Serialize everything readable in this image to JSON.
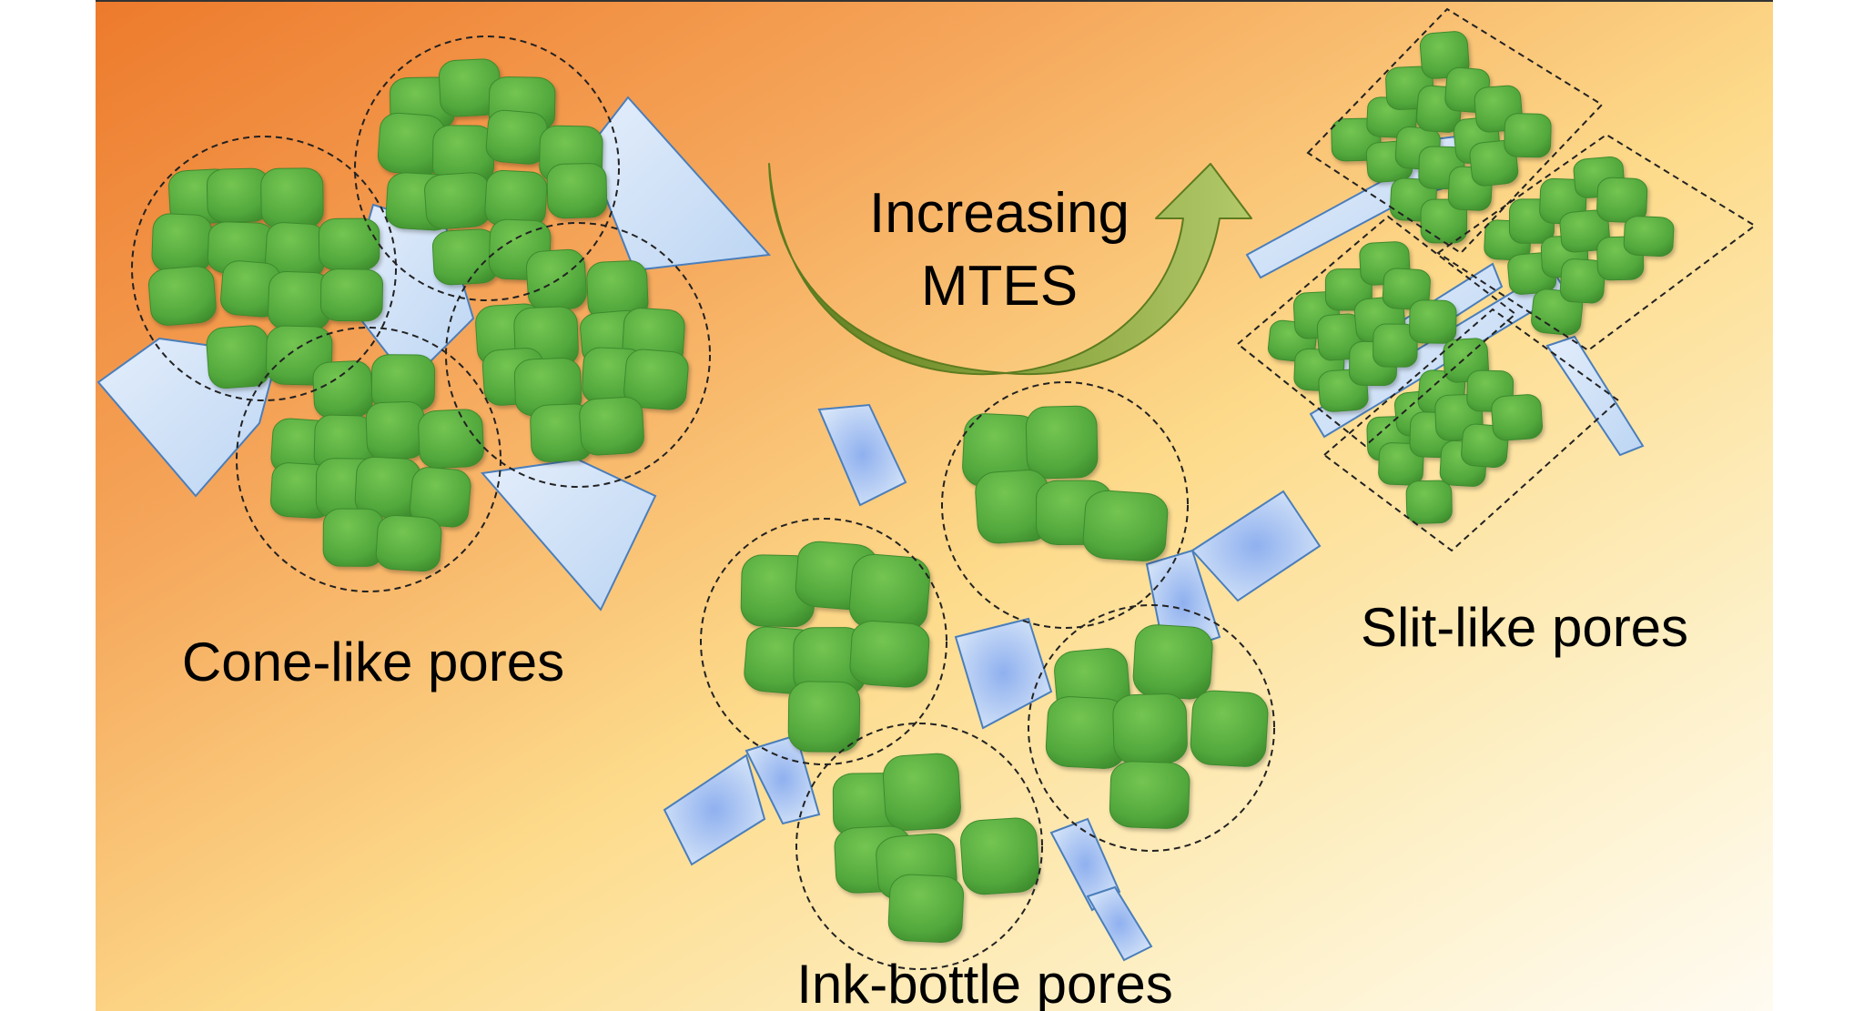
{
  "labels": {
    "cone": "Cone-like pores",
    "ink": "Ink-bottle pores",
    "slit": "Slit-like pores",
    "arrow_line1": "Increasing",
    "arrow_line2": "MTES"
  },
  "colors": {
    "bg_orange": "#ee7a2e",
    "bg_yellow": "#fde39a",
    "bg_cream": "#fff8e8",
    "particle_light": "#6cc04a",
    "particle_dark": "#3c8e2c",
    "pore_fill": "#cfe2f7",
    "pore_stroke": "#4a7ebb",
    "arrow_dark": "#5c7b1f",
    "arrow_light": "#aac25c"
  }
}
